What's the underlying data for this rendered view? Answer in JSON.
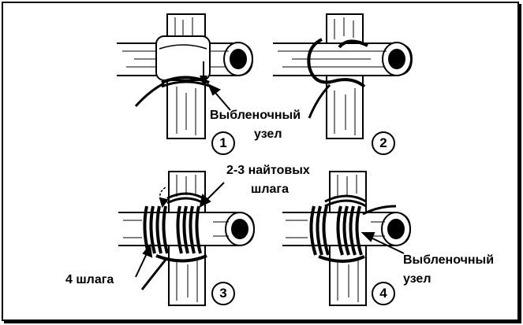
{
  "figure": {
    "panels": [
      {
        "number": "1",
        "labels": [
          "Выбленочный",
          "узел"
        ]
      },
      {
        "number": "2",
        "labels": []
      },
      {
        "number": "3",
        "labels": [
          "2-3 найтовых",
          "шлага",
          "4 шлага"
        ]
      },
      {
        "number": "4",
        "labels": [
          "Выбленочный",
          "узел"
        ]
      }
    ]
  },
  "colors": {
    "ink": "#000000",
    "paper": "#ffffff"
  }
}
